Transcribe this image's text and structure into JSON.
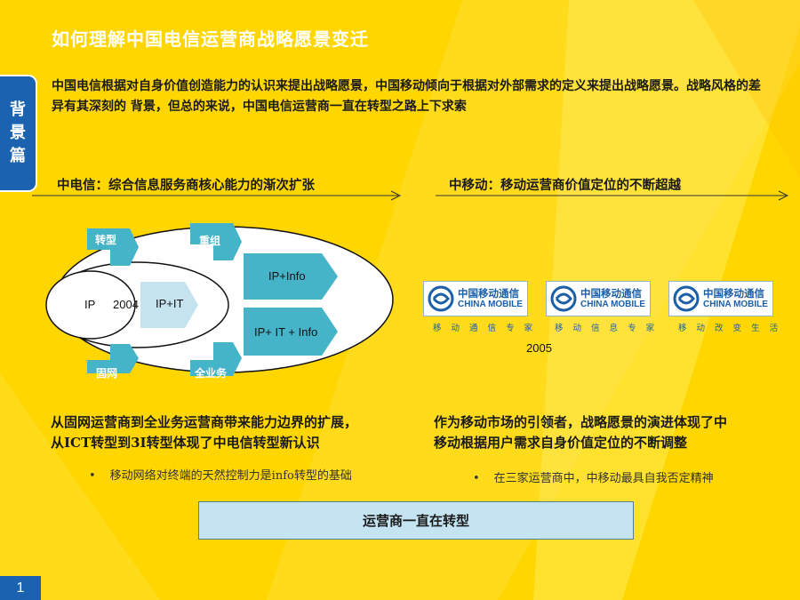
{
  "title": "如何理解中国电信运营商战略愿景变迁",
  "side_tab": [
    "背",
    "景",
    "篇"
  ],
  "intro": "中国电信根据对自身价值创造能力的认识来提出战略愿景，中国移动倾向于根据对外部需求的定义来提出战略愿景。战略风格的差异有其深刻的 背景，但总的来说，中国电信运营商一直在转型之路上下求索",
  "left_section": {
    "heading": "中电信：综合信息服务商核心能力的渐次扩张",
    "diagram": {
      "tags": {
        "transform": "转型",
        "restructure": "重组",
        "fixed": "固网",
        "full": "全业务"
      },
      "ip": "IP",
      "year": "2004",
      "ip_it": "IP+IT",
      "ip_info": "IP+Info",
      "ip_it_info": "IP+ IT + Info"
    },
    "caption_line1": "从固网运营商到全业务运营商带来能力边界的扩展，",
    "caption_line2": "从ICT转型到3I转型体现了中电信转型新认识",
    "bullet": "移动网络对终端的天然控制力是info转型的基础"
  },
  "right_section": {
    "heading": "中移动：移动运营商价值定位的不断超越",
    "logo_cn": "中国移动通信",
    "logo_en": "CHINA MOBILE",
    "slogans": [
      "移 动 通 信 专 家",
      "移 动 信 息 专 家",
      "移 动 改 变 生 活"
    ],
    "year": "2005",
    "caption_line1": "作为移动市场的引领者，战略愿景的演进体现了中",
    "caption_line2": "移动根据用户需求自身价值定位的不断调整",
    "bullet": "在三家运营商中，中移动最具自我否定精神"
  },
  "bottom_box": "运营商一直在转型",
  "page_number": "1",
  "colors": {
    "background": "#FFD600",
    "accent_blue": "#1B63B0",
    "arrow_teal": "#45B3C8",
    "box_light_blue": "#C5E4F2"
  }
}
